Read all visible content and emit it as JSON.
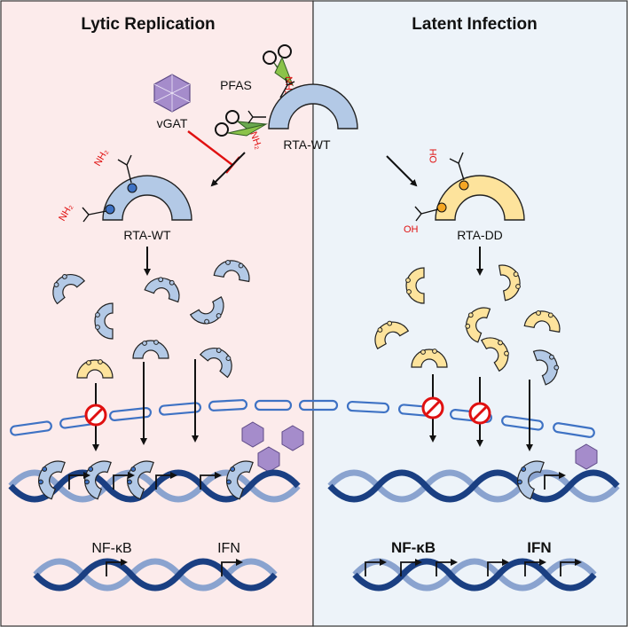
{
  "panels": {
    "left": {
      "title": "Lytic Replication"
    },
    "right": {
      "title": "Latent Infection"
    }
  },
  "labels": {
    "pfas": "PFAS",
    "vgat": "vGAT",
    "rta_wt_complex": "RTA-WT",
    "rta_wt": "RTA-WT",
    "rta_dd": "RTA-DD",
    "nh2": "NH₂",
    "oh": "OH"
  },
  "genes": {
    "left_nfkb": "NF-κB",
    "left_ifn": "IFN",
    "right_nfkb": "NF-κB",
    "right_ifn": "IFN"
  },
  "colors": {
    "left_bg": "#fcebeb",
    "right_bg": "#edf3f9",
    "rta_wt_fill": "#b3c9e6",
    "rta_dd_fill": "#fde39c",
    "dna_dark": "#1a3f82",
    "dna_light": "#8aa3cf",
    "inhibit": "#e01010",
    "virion": "#a58ccb"
  }
}
